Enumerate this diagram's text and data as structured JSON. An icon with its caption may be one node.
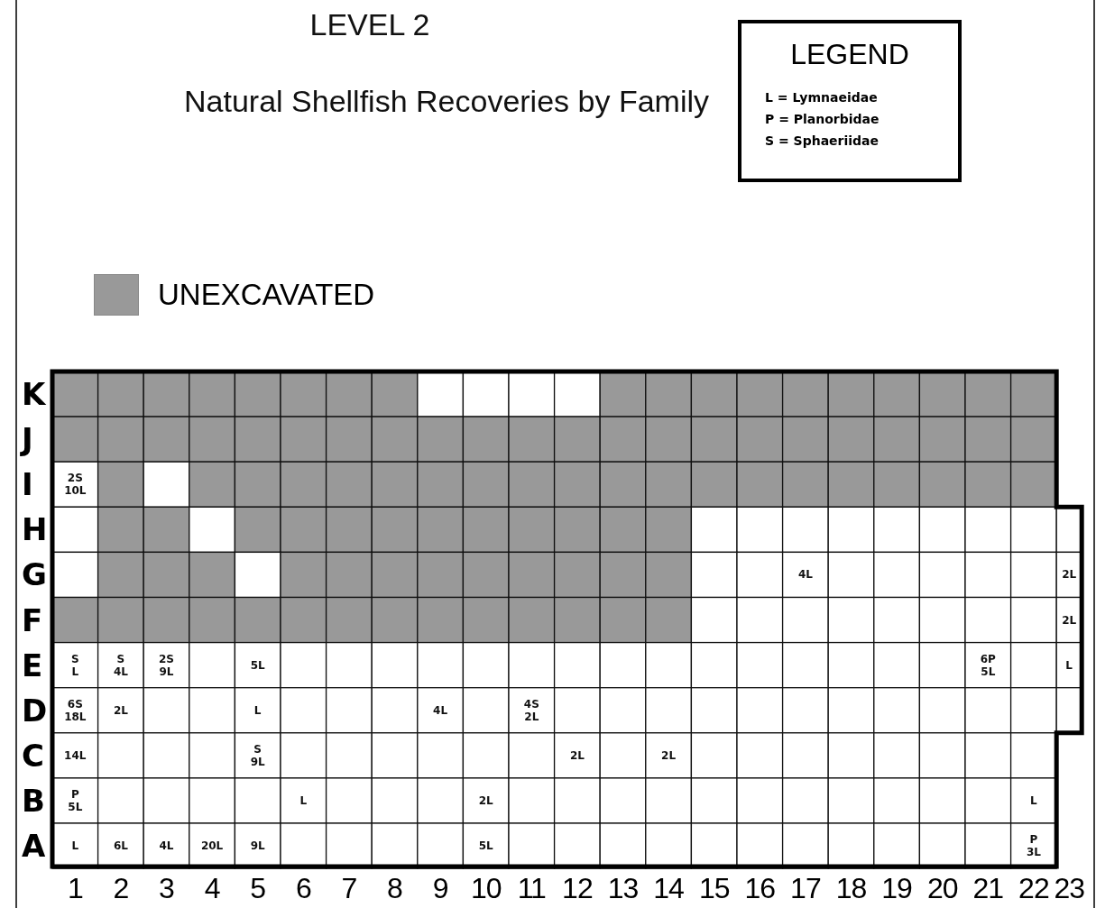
{
  "diagram": {
    "title": "LEVEL 2",
    "labels": [
      "Natural Shellfish Recoveries by Family",
      "LEGEND",
      "K",
      "J",
      "I",
      "2S 10L",
      "H",
      "G",
      "4L",
      "2L",
      "F",
      "2L",
      "E",
      "S L",
      "S 4L",
      "2S 9L",
      "5L",
      "6P 5L",
      "L",
      "D",
      "6S 18L",
      "2L",
      "L",
      "4L",
      "4S 2L",
      "C",
      "14L",
      "S 9L",
      "2L",
      "2L",
      "B",
      "P 5L",
      "L",
      "2L",
      "L",
      "A",
      "L",
      "6L",
      "4L",
      "20L",
      "9L",
      "5L",
      "P 3L",
      "1",
      "2",
      "3",
      "4",
      "5",
      "6",
      "7",
      "8",
      "9",
      "10",
      "11",
      "12",
      "13",
      "14",
      "15",
      "16",
      "17",
      "18",
      "19",
      "20",
      "21",
      "22",
      "23"
    ],
    "legend": [
      {
        "text": "L = Lymnaeidae"
      },
      {
        "text": "P = Planorbidae"
      },
      {
        "text": "S = Sphaeriidae"
      },
      {
        "text": "UNEXCAVATED",
        "color": "#999999"
      }
    ]
  }
}
